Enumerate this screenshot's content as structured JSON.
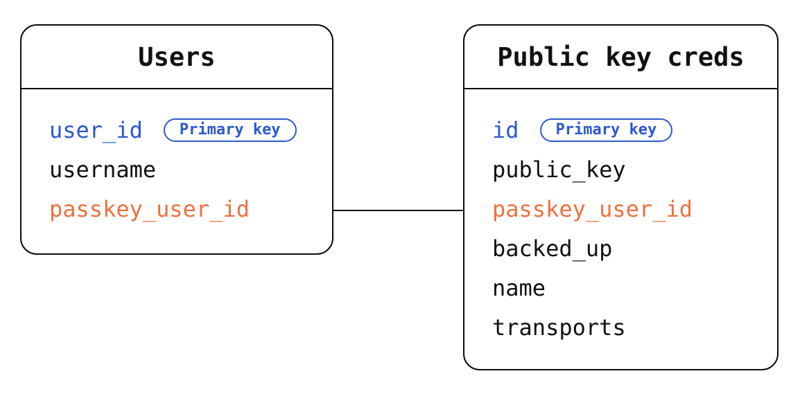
{
  "colors": {
    "blue": "#2b58cf",
    "orange": "#ed713d",
    "line": "#0a0a0a"
  },
  "tables": [
    {
      "title": "Users",
      "fields": [
        {
          "name": "user_id",
          "badge": "Primary key",
          "color": "blue"
        },
        {
          "name": "username",
          "color": "black"
        },
        {
          "name": "passkey_user_id",
          "color": "orange"
        }
      ]
    },
    {
      "title": "Public key creds",
      "fields": [
        {
          "name": "id",
          "badge": "Primary key",
          "color": "blue"
        },
        {
          "name": "public_key",
          "color": "black"
        },
        {
          "name": "passkey_user_id",
          "color": "orange"
        },
        {
          "name": "backed_up",
          "color": "black"
        },
        {
          "name": "name",
          "color": "black"
        },
        {
          "name": "transports",
          "color": "black"
        }
      ]
    }
  ],
  "relation": {
    "from": "Users.passkey_user_id",
    "to": "Public key creds.passkey_user_id"
  }
}
